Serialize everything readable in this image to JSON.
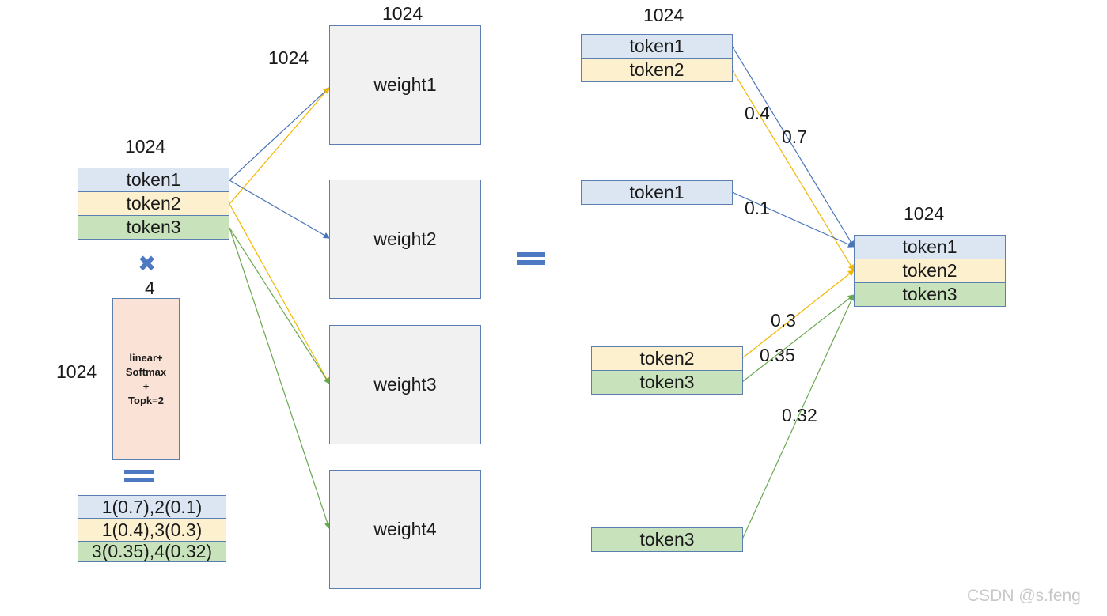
{
  "input": {
    "dim_top": "1024",
    "tokens": [
      "token1",
      "token2",
      "token3"
    ]
  },
  "multiply_symbol": "✖",
  "router": {
    "dim_top": "4",
    "dim_left": "1024",
    "lines": [
      "linear+",
      "Softmax",
      "+",
      "Topk=2"
    ]
  },
  "routing_result": [
    "1(0.7),2(0.1)",
    "1(0.4),3(0.3)",
    "3(0.35),4(0.32)"
  ],
  "experts": {
    "dim_top": "1024",
    "dim_left": "1024",
    "names": [
      "weight1",
      "weight2",
      "weight3",
      "weight4"
    ]
  },
  "outputs": {
    "weight1_out_dim": "1024",
    "weight1_out": [
      "token1",
      "token2"
    ],
    "weight2_out": [
      "token1"
    ],
    "weight3_out": [
      "token2",
      "token3"
    ],
    "weight4_out": [
      "token3"
    ]
  },
  "weights_on_edges": [
    "0.4",
    "0.7",
    "0.1",
    "0.3",
    "0.35",
    "0.32"
  ],
  "final": {
    "dim_top": "1024",
    "tokens": [
      "token1",
      "token2",
      "token3"
    ]
  },
  "watermark": "CSDN @s.feng",
  "colors": {
    "blue": "#4a74b8",
    "yellow": "#f2b800",
    "green": "#6aa84f"
  }
}
